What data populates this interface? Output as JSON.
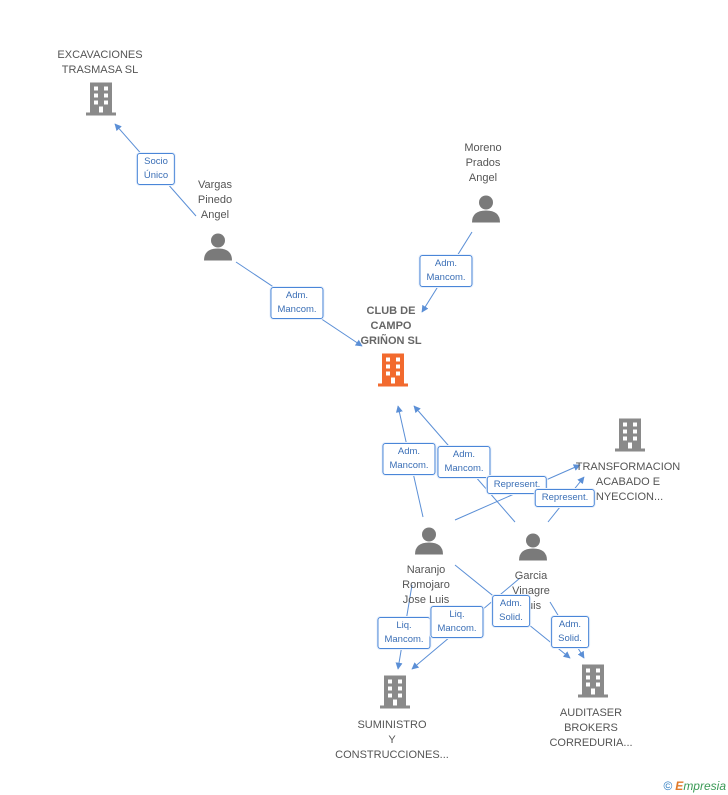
{
  "colors": {
    "edge": "#5b8fd6",
    "company": "#8a8a8a",
    "center_company": "#f26a2e",
    "person": "#7a7a7a"
  },
  "nodes": {
    "center": {
      "type": "company",
      "lines": [
        "CLUB DE",
        "CAMPO",
        "GRIÑON SL"
      ]
    },
    "excavaciones": {
      "type": "company",
      "lines": [
        "EXCAVACIONES",
        "TRASMASA  SL"
      ]
    },
    "vargas": {
      "type": "person",
      "lines": [
        "Vargas",
        "Pinedo",
        "Angel"
      ]
    },
    "moreno": {
      "type": "person",
      "lines": [
        "Moreno",
        "Prados",
        "Angel"
      ]
    },
    "transformacion": {
      "type": "company",
      "lines": [
        "TRANSFORMACION",
        "ACABADO E",
        "INYECCION..."
      ]
    },
    "naranjo": {
      "type": "person",
      "lines": [
        "Naranjo",
        "Romojaro",
        "Jose Luis"
      ]
    },
    "garcia": {
      "type": "person",
      "lines": [
        "Garcia",
        "Vinagre",
        "Luis"
      ]
    },
    "suministro": {
      "type": "company",
      "lines": [
        "SUMINISTRO",
        "Y",
        "CONSTRUCCIONES..."
      ]
    },
    "auditaser": {
      "type": "company",
      "lines": [
        "AUDITASER",
        "BROKERS",
        "CORREDURIA..."
      ]
    }
  },
  "relations": {
    "socio_unico": [
      "Socio",
      "Único"
    ],
    "adm_mancom_vargas": [
      "Adm.",
      "Mancom."
    ],
    "adm_mancom_moreno": [
      "Adm.",
      "Mancom."
    ],
    "adm_mancom_naranjo": [
      "Adm.",
      "Mancom."
    ],
    "adm_mancom_garcia": [
      "Adm.",
      "Mancom."
    ],
    "represent_naranjo": [
      "Represent."
    ],
    "represent_garcia": [
      "Represent."
    ],
    "liq_mancom_naranjo": [
      "Liq.",
      "Mancom."
    ],
    "liq_mancom_garcia": [
      "Liq.",
      "Mancom."
    ],
    "adm_solid_naranjo": [
      "Adm.",
      "Solid."
    ],
    "adm_solid_garcia": [
      "Adm.",
      "Solid."
    ]
  },
  "footer": {
    "copyright_symbol": "©",
    "brand_initial": "E",
    "brand_rest": "mpresia"
  }
}
